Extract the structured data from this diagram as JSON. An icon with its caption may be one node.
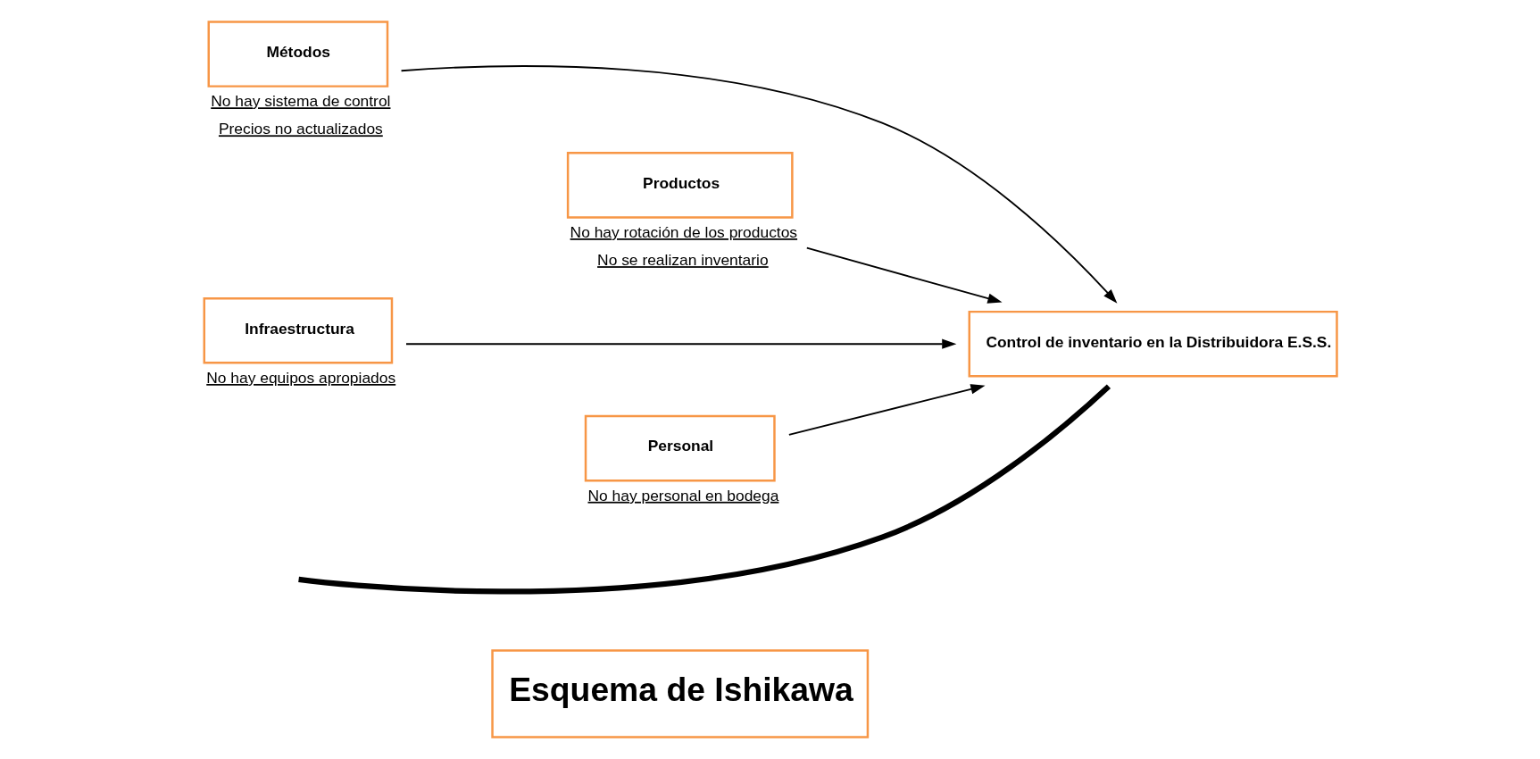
{
  "diagram": {
    "nodes": [
      {
        "text": [
          "Esquema de Ishikawa"
        ]
      },
      {
        "text": [
          "Métodos"
        ],
        "beside": [
          "No hay sistema de control",
          "Precios no actualizados"
        ]
      },
      {
        "text": [
          "Productos"
        ],
        "beside": [
          "No hay rotación de los productos",
          "No se realizan inventario"
        ]
      },
      {
        "text": [
          "Control de inventario en la Distribuidora E.S.S."
        ]
      },
      {
        "text": [
          "Infraestructura"
        ],
        "beside": [
          "No hay equipos apropiados"
        ]
      },
      {
        "text": [
          "Personal"
        ],
        "beside": [
          "No hay personal en bodega"
        ]
      }
    ],
    "edges": [
      {
        "from": null,
        "to": 3,
        "arrow": "none",
        "style": "thick"
      },
      {
        "from": 1,
        "to": 3,
        "arrow": "to"
      },
      {
        "from": 2,
        "to": 3,
        "arrow": "to"
      },
      {
        "from": 4,
        "to": 3,
        "arrow": "to"
      },
      {
        "from": 5,
        "to": 3,
        "arrow": "to"
      }
    ]
  }
}
